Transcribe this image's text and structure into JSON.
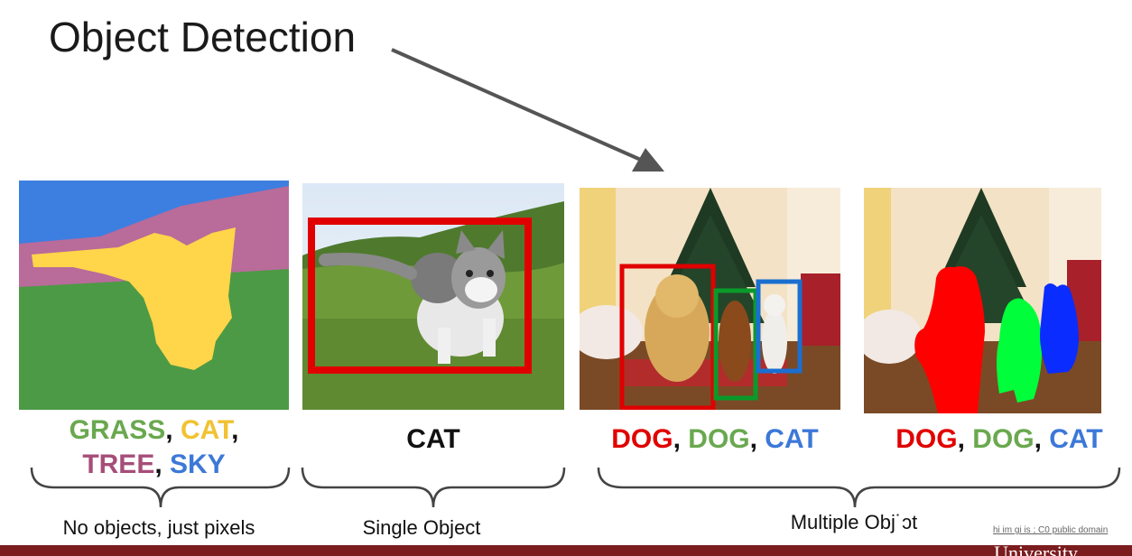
{
  "slide": {
    "title": "Object Detection",
    "panels": [
      {
        "labels": [
          {
            "text": "GRASS",
            "color": "#6aa84f"
          },
          {
            "text": ", ",
            "color": "#111111"
          },
          {
            "text": "CAT",
            "color": "#f1c232"
          },
          {
            "text": ",",
            "color": "#111111"
          },
          {
            "text": "TREE",
            "color": "#a64d79"
          },
          {
            "text": ", ",
            "color": "#111111"
          },
          {
            "text": "SKY",
            "color": "#3c78d8"
          }
        ],
        "caption": "No objects, just pixels"
      },
      {
        "labels": [
          {
            "text": "CAT",
            "color": "#111111"
          }
        ],
        "caption": "Single Object"
      },
      {
        "labels": [
          {
            "text": "DOG",
            "color": "#e00000"
          },
          {
            "text": ", ",
            "color": "#111111"
          },
          {
            "text": "DOG",
            "color": "#6aa84f"
          },
          {
            "text": ", ",
            "color": "#111111"
          },
          {
            "text": "CAT",
            "color": "#3c78d8"
          }
        ]
      },
      {
        "labels": [
          {
            "text": "DOG",
            "color": "#e00000"
          },
          {
            "text": ", ",
            "color": "#111111"
          },
          {
            "text": "DOG",
            "color": "#6aa84f"
          },
          {
            "text": ", ",
            "color": "#111111"
          },
          {
            "text": "CAT",
            "color": "#3c78d8"
          }
        ]
      }
    ],
    "group_caption": "Multiple Obj˙ɔt",
    "credit": "hi  im  gi  is ;  C0  public domain",
    "footer_text": "University"
  },
  "colors": {
    "sky": "#3d7fe0",
    "tree": "#b96b9a",
    "grass": "#4c9a45",
    "cat": "#ffd54a",
    "box_red": "#e00000",
    "box_green": "#0a9a2a",
    "box_blue": "#1a6fd0",
    "seg_green": "#00ff3a",
    "seg_blue": "#0b2cff",
    "seg_red": "#ff0000",
    "footer": "#7b1c1e"
  }
}
